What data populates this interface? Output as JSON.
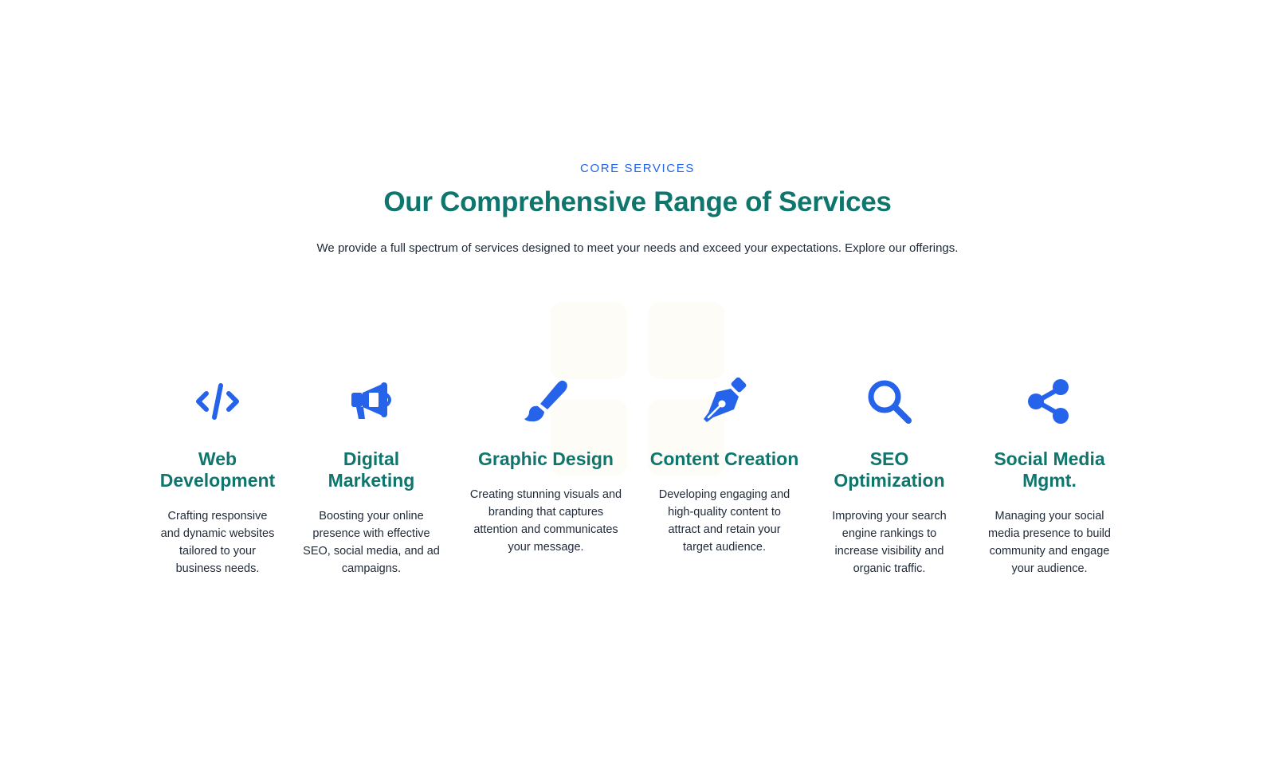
{
  "section": {
    "eyebrow": "CORE SERVICES",
    "heading": "Our Comprehensive Range of Services",
    "lead": "We provide a full spectrum of services designed to meet your needs and exceed your expectations. Explore our offerings."
  },
  "colors": {
    "accent_blue": "#2563eb",
    "heading_teal": "#0f766e",
    "body_text": "#1f2937"
  },
  "services": [
    {
      "icon": "code-icon",
      "title_line1": "Web",
      "title_line2": "Development",
      "desc_line1": "Crafting responsive",
      "desc_line2": "and dynamic websites",
      "desc_line3": "tailored to your",
      "desc_line4": "business needs."
    },
    {
      "icon": "megaphone-icon",
      "title_line1": "Digital",
      "title_line2": "Marketing",
      "desc_line1": "Boosting your online",
      "desc_line2": "presence with effective",
      "desc_line3": "SEO, social media, and ad",
      "desc_line4": "campaigns."
    },
    {
      "icon": "paintbrush-icon",
      "title_line1": "Graphic Design",
      "desc_line1": "Creating stunning visuals and",
      "desc_line2": "branding that captures",
      "desc_line3": "attention and communicates",
      "desc_line4": "your message."
    },
    {
      "icon": "pen-nib-icon",
      "title_line1": "Content Creation",
      "desc_line1": "Developing engaging and",
      "desc_line2": "high-quality content to",
      "desc_line3": "attract and retain your",
      "desc_line4": "target audience."
    },
    {
      "icon": "magnifying-glass-icon",
      "title_line1": "SEO",
      "title_line2": "Optimization",
      "desc_line1": "Improving your search",
      "desc_line2": "engine rankings to",
      "desc_line3": "increase visibility and",
      "desc_line4": "organic traffic."
    },
    {
      "icon": "share-icon",
      "title_line1": "Social Media",
      "title_line2": "Mgmt.",
      "desc_line1": "Managing your social",
      "desc_line2": "media presence to build",
      "desc_line3": "community and engage",
      "desc_line4": "your audience."
    }
  ]
}
